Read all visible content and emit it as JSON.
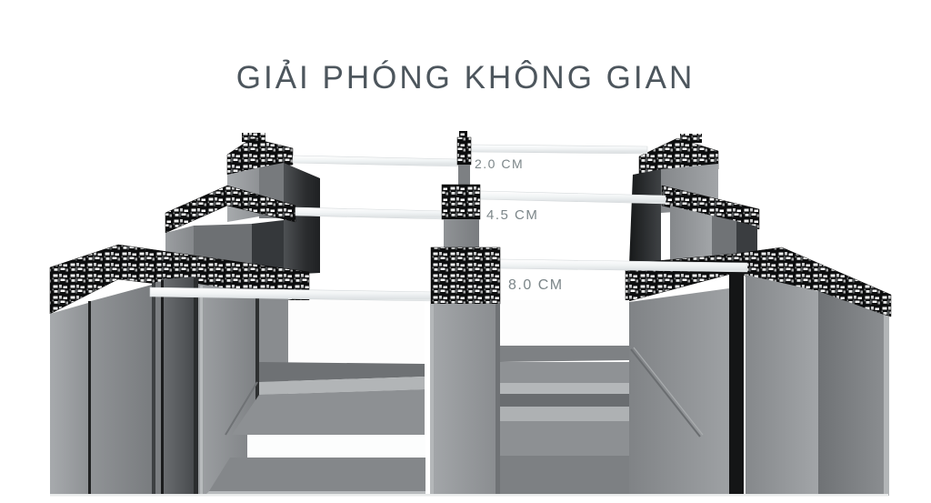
{
  "header": {
    "title": "GIẢI PHÓNG KHÔNG GIAN"
  },
  "measurements": [
    {
      "label": "2.0 CM"
    },
    {
      "label": "4.5 CM"
    },
    {
      "label": "8.0 CM"
    }
  ],
  "colors": {
    "background": "#ffffff",
    "title_text": "#4d565d",
    "label_text": "#7c8689",
    "glass_highlight": "#f2f4f5",
    "aluminum_light": "#9b9ea1",
    "aluminum_dark": "#2b2d2f"
  }
}
